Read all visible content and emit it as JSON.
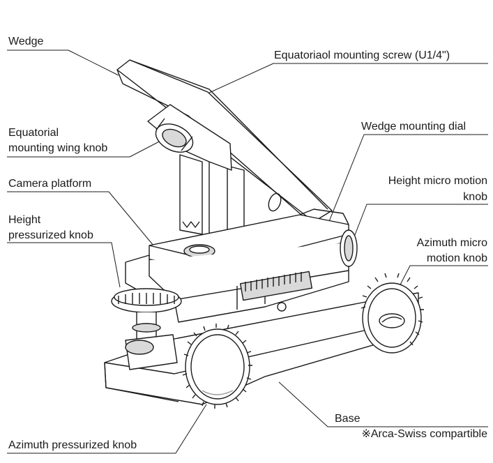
{
  "labels": {
    "wedge": "Wedge",
    "eq_screw": "Equatoriaol mounting screw (U1/4\")",
    "eq_wing_knob_1": "Equatorial",
    "eq_wing_knob_2": "mounting wing knob",
    "wedge_dial": "Wedge mounting dial",
    "camera_platform": "Camera platform",
    "height_micro_1": "Height micro motion",
    "height_micro_2": "knob",
    "height_press_1": "Height",
    "height_press_2": "pressurized knob",
    "azimuth_micro_1": "Azimuth micro",
    "azimuth_micro_2": "motion knob",
    "base": "Base",
    "arca": "※Arca-Swiss compartible",
    "azimuth_press": "Azimuth pressurized knob"
  },
  "colors": {
    "line": "#1a1a1a",
    "fill": "#ffffff",
    "shade": "#d9d9d9",
    "dark": "#9a9a9a"
  }
}
